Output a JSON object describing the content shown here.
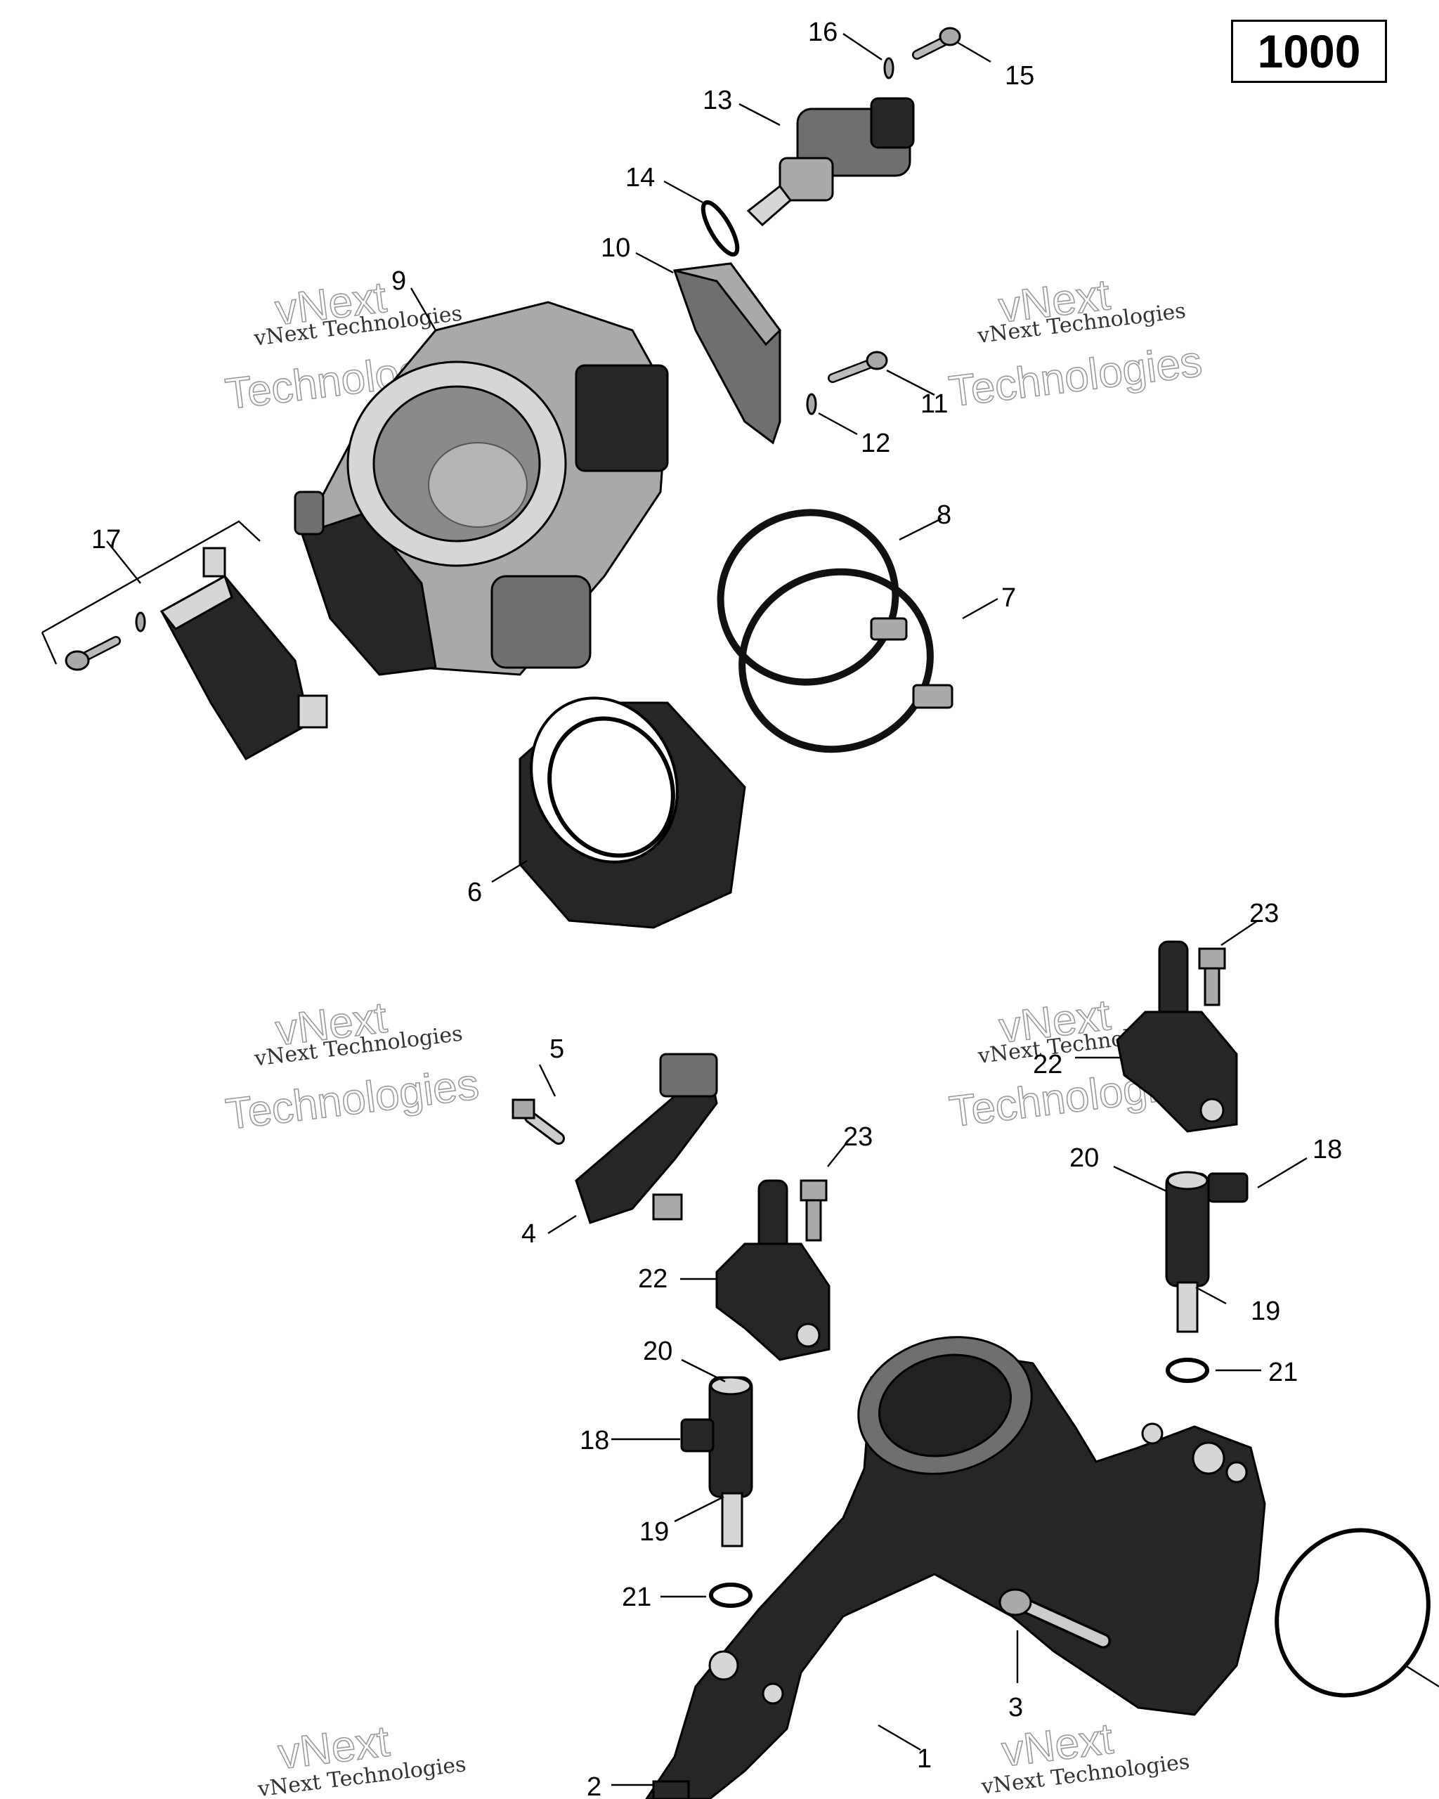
{
  "badge": "1000",
  "watermark": {
    "line1": "vNext Technologies",
    "line2": "vNext",
    "line3": "Technologies"
  },
  "callouts": [
    "1",
    "2",
    "3",
    "4",
    "5",
    "6",
    "7",
    "8",
    "9",
    "10",
    "11",
    "12",
    "13",
    "14",
    "15",
    "16",
    "17",
    "18",
    "19",
    "20",
    "21",
    "22",
    "23"
  ]
}
